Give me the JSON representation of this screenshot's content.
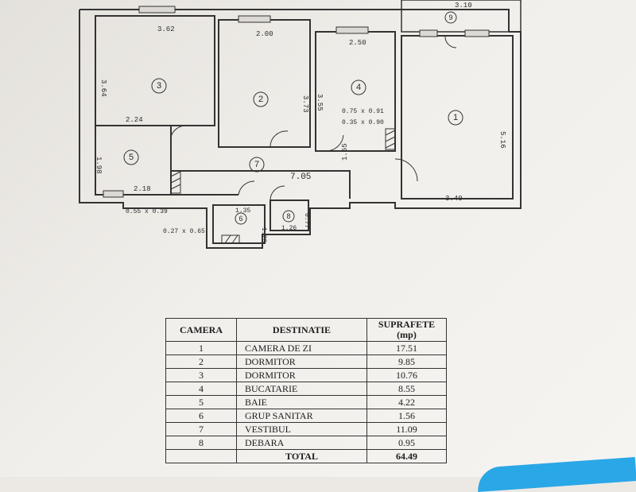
{
  "plan": {
    "rooms": [
      {
        "num": "1",
        "label": "1"
      },
      {
        "num": "2",
        "label": "2"
      },
      {
        "num": "3",
        "label": "3"
      },
      {
        "num": "4",
        "label": "4"
      },
      {
        "num": "5",
        "label": "5"
      },
      {
        "num": "6",
        "label": "6"
      },
      {
        "num": "7",
        "label": "7"
      },
      {
        "num": "8",
        "label": "8"
      },
      {
        "num": "9",
        "label": "9"
      }
    ],
    "dimensions": {
      "r3_width": "3.62",
      "r3_height": "3.64",
      "r2_width": "2.00",
      "r4_width": "2.50",
      "r2_height": "3.73",
      "r4_height": "3.55",
      "r5_width_top": "2.24",
      "r5_width_bottom": "2.18",
      "r5_height": "1.98",
      "hall_length": "7.05",
      "hall_width": "1.55",
      "r1_height": "5.16",
      "r1_width": "3.40",
      "r9_width": "3.10",
      "r6_width": "1.35",
      "r6_height": "1.23",
      "r8_width": "1.26",
      "r8_height": "0.77",
      "window_note_5": "0.55 x 0.39",
      "window_note_4": "0.75 x 0.91",
      "window_note_4b": "0.35 x 0.90",
      "window_note_6": "0.27 x 0.65"
    }
  },
  "table": {
    "headers": {
      "camera": "CAMERA",
      "destinatie": "DESTINATIE",
      "suprafete": "SUPRAFETE",
      "unit": "(mp)"
    },
    "rows": [
      {
        "camera": "1",
        "destinatie": "CAMERA DE ZI",
        "suprafata": "17.51"
      },
      {
        "camera": "2",
        "destinatie": "DORMITOR",
        "suprafata": "9.85"
      },
      {
        "camera": "3",
        "destinatie": "DORMITOR",
        "suprafata": "10.76"
      },
      {
        "camera": "4",
        "destinatie": "BUCATARIE",
        "suprafata": "8.55"
      },
      {
        "camera": "5",
        "destinatie": "BAIE",
        "suprafata": "4.22"
      },
      {
        "camera": "6",
        "destinatie": "GRUP SANITAR",
        "suprafata": "1.56"
      },
      {
        "camera": "7",
        "destinatie": "VESTIBUL",
        "suprafata": "11.09"
      },
      {
        "camera": "8",
        "destinatie": "DEBARA",
        "suprafata": "0.95"
      }
    ],
    "total": {
      "label": "TOTAL",
      "value": "64.49"
    }
  },
  "colors": {
    "paper": "#f1efeb",
    "ink": "#2c2c2c",
    "accent_blue": "#2aa7e6"
  }
}
